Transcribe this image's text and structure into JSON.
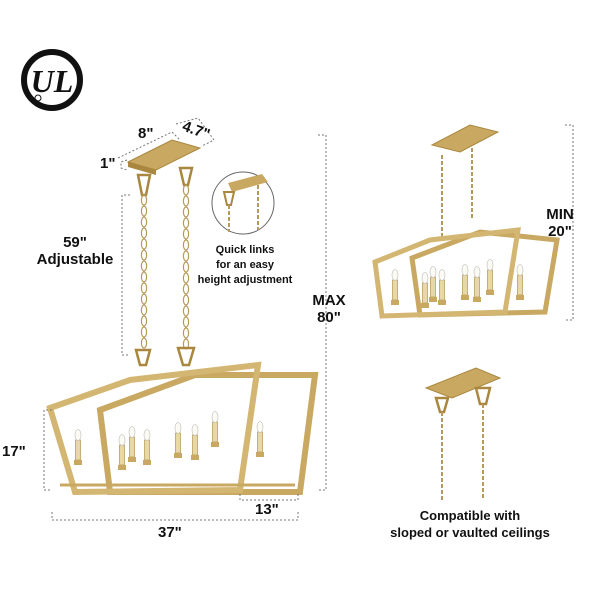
{
  "logo": {
    "text": "UL",
    "mark": "®"
  },
  "canopy_dims": {
    "length": "8\"",
    "width": "4.7\"",
    "height": "1\""
  },
  "chain": {
    "length": "59\"",
    "note": "Adjustable"
  },
  "callout": {
    "text_line1": "Quick links",
    "text_line2": "for an easy",
    "text_line3": "height adjustment"
  },
  "max_height": {
    "label": "MAX",
    "value": "80\""
  },
  "min_height": {
    "label": "MIN",
    "value": "20\""
  },
  "body_dims": {
    "height": "17\"",
    "length": "37\"",
    "depth": "13\""
  },
  "sloped": {
    "line1": "Compatible with",
    "line2": "sloped or vaulted ceilings"
  },
  "colors": {
    "gold": "#c9a862",
    "gold_dark": "#a9873f",
    "dim_line": "#777777"
  }
}
